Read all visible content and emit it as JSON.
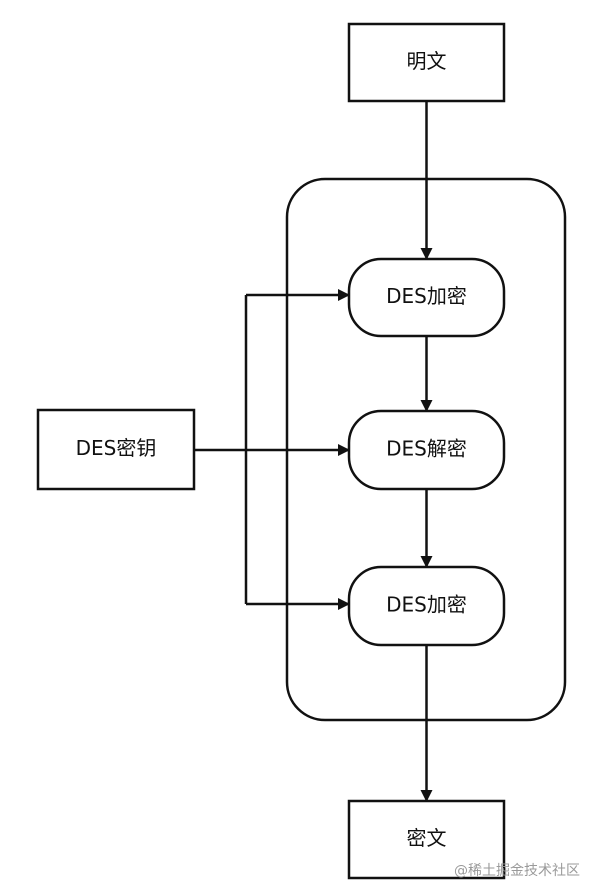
{
  "nodes": {
    "plaintext": "明文",
    "key": "DES密钥",
    "encrypt_1": "DES加密",
    "decrypt": "DES解密",
    "encrypt_2": "DES加密",
    "ciphertext": "密文"
  },
  "watermark": "@稀土掘金技术社区",
  "colors": {
    "stroke": "#111111",
    "node_fill": "#ffffff",
    "text": "#111111"
  }
}
